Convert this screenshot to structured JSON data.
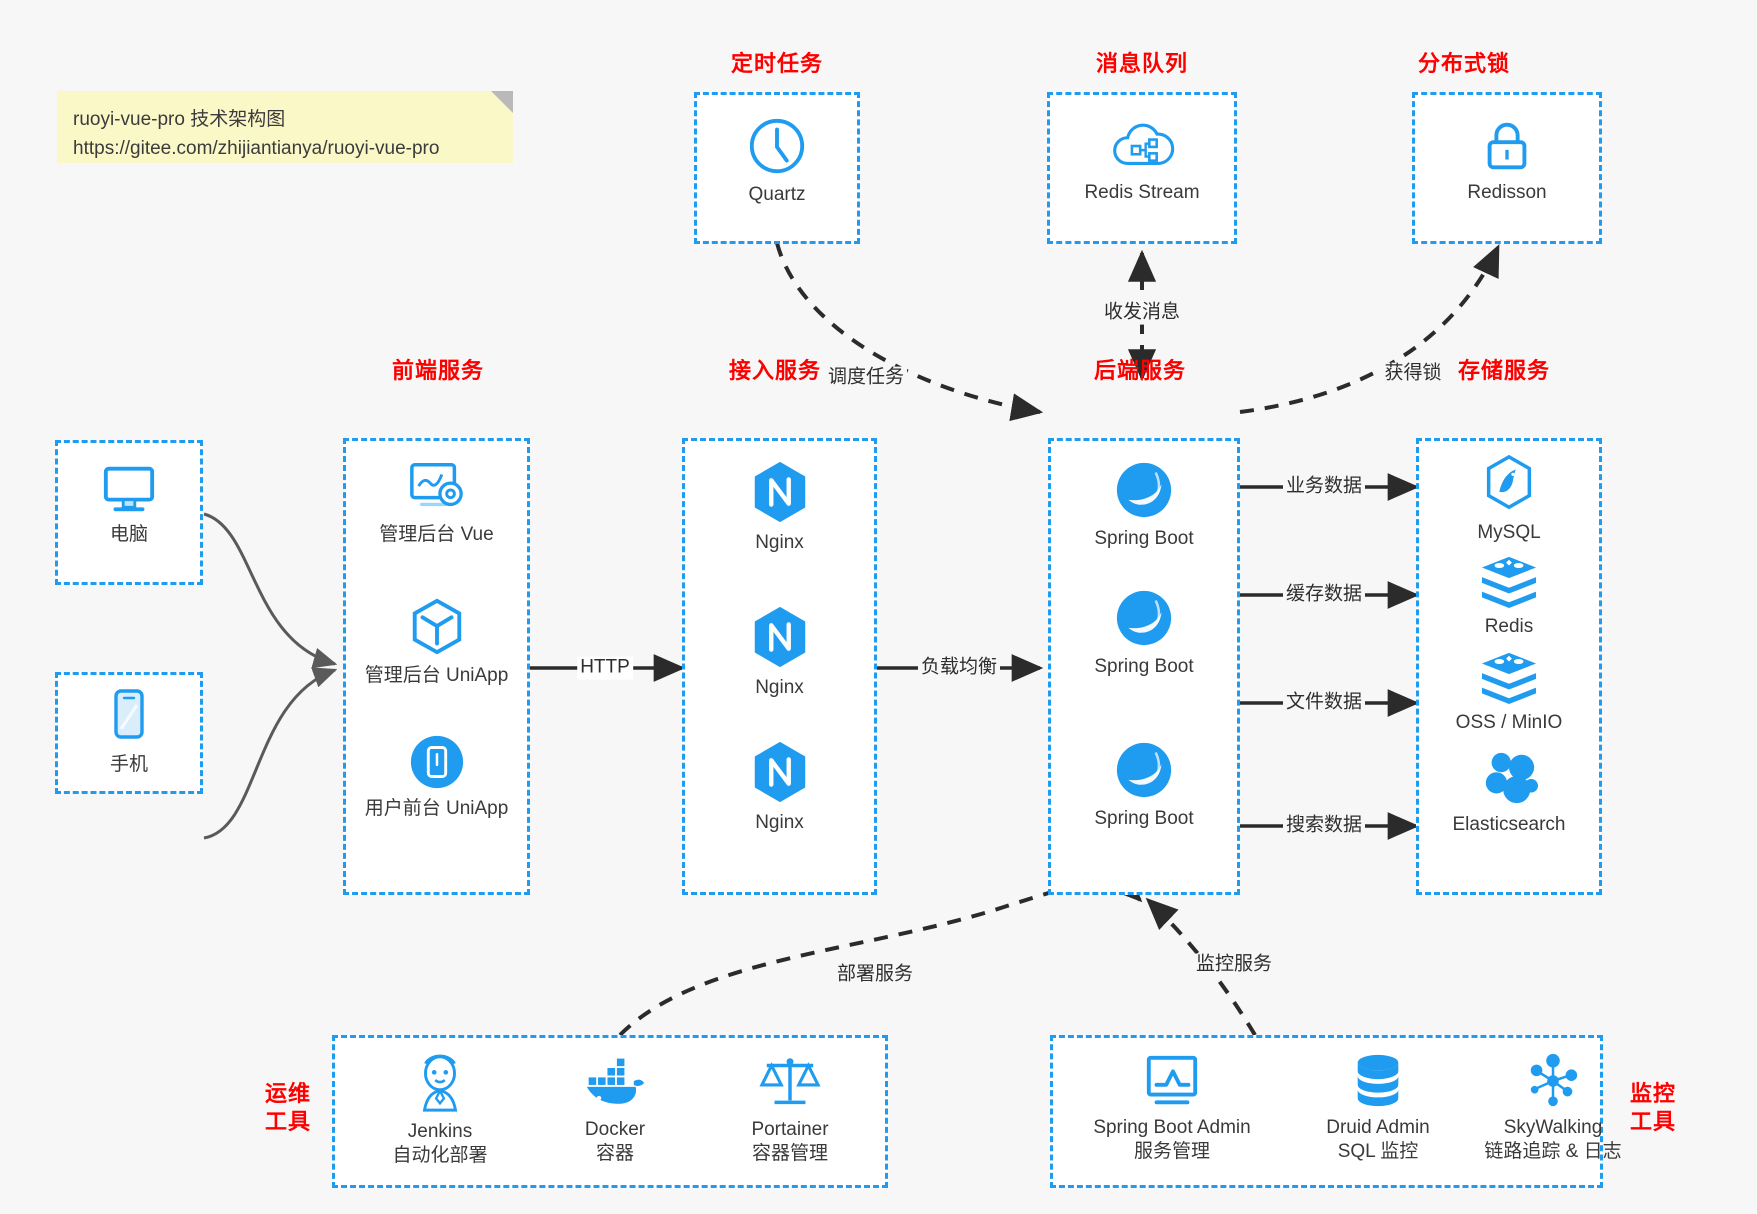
{
  "note": {
    "line1": "ruoyi-vue-pro 技术架构图",
    "line2": "https://gitee.com/zhijiantianya/ruoyi-vue-pro"
  },
  "colors": {
    "accent_blue": "#1f9bef",
    "title_red": "#ff0000",
    "background": "#f7f7f7",
    "note_yellow": "#fbf8c8",
    "edge_dark": "#2b2b2b",
    "edge_gray": "#5a5a5a"
  },
  "groups": {
    "scheduled_task": {
      "title": "定时任务",
      "items": [
        {
          "label": "Quartz",
          "icon": "clock-icon"
        }
      ]
    },
    "message_queue": {
      "title": "消息队列",
      "items": [
        {
          "label": "Redis Stream",
          "icon": "cloud-stream-icon"
        }
      ]
    },
    "distributed_lock": {
      "title": "分布式锁",
      "items": [
        {
          "label": "Redisson",
          "icon": "lock-icon"
        }
      ]
    },
    "clients": {
      "items": [
        {
          "label": "电脑",
          "icon": "desktop-icon"
        },
        {
          "label": "手机",
          "icon": "phone-icon"
        }
      ]
    },
    "frontend": {
      "title": "前端服务",
      "items": [
        {
          "label": "管理后台 Vue",
          "icon": "dashboard-settings-icon"
        },
        {
          "label": "管理后台 UniApp",
          "icon": "cube-icon"
        },
        {
          "label": "用户前台 UniApp",
          "icon": "mobile-app-icon"
        }
      ]
    },
    "gateway": {
      "title": "接入服务",
      "items": [
        {
          "label": "Nginx",
          "icon": "nginx-icon"
        },
        {
          "label": "Nginx",
          "icon": "nginx-icon"
        },
        {
          "label": "Nginx",
          "icon": "nginx-icon"
        }
      ]
    },
    "backend": {
      "title": "后端服务",
      "items": [
        {
          "label": "Spring Boot",
          "icon": "spring-boot-icon"
        },
        {
          "label": "Spring Boot",
          "icon": "spring-boot-icon"
        },
        {
          "label": "Spring Boot",
          "icon": "spring-boot-icon"
        }
      ]
    },
    "storage": {
      "title": "存储服务",
      "items": [
        {
          "label": "MySQL",
          "icon": "mysql-icon"
        },
        {
          "label": "Redis",
          "icon": "redis-icon"
        },
        {
          "label": "OSS / MinIO",
          "icon": "oss-minio-icon"
        },
        {
          "label": "Elasticsearch",
          "icon": "elasticsearch-icon"
        }
      ]
    },
    "devops": {
      "title": "运维\n工具",
      "title_line1": "运维",
      "title_line2": "工具",
      "items": [
        {
          "label": "Jenkins",
          "sub": "自动化部署",
          "icon": "jenkins-icon"
        },
        {
          "label": "Docker",
          "sub": "容器",
          "icon": "docker-icon"
        },
        {
          "label": "Portainer",
          "sub": "容器管理",
          "icon": "scales-icon"
        }
      ]
    },
    "monitoring": {
      "title_line1": "监控",
      "title_line2": "工具",
      "items": [
        {
          "label": "Spring Boot Admin",
          "sub": "服务管理",
          "icon": "monitor-chart-icon"
        },
        {
          "label": "Druid Admin",
          "sub": "SQL 监控",
          "icon": "database-icon"
        },
        {
          "label": "SkyWalking",
          "sub": "链路追踪 & 日志",
          "icon": "skywalking-icon"
        }
      ]
    }
  },
  "edges": [
    {
      "name": "http",
      "label": "HTTP",
      "style": "solid"
    },
    {
      "name": "load-balance",
      "label": "负载均衡",
      "style": "solid"
    },
    {
      "name": "business-data",
      "label": "业务数据",
      "style": "solid"
    },
    {
      "name": "cache-data",
      "label": "缓存数据",
      "style": "solid"
    },
    {
      "name": "file-data",
      "label": "文件数据",
      "style": "solid"
    },
    {
      "name": "search-data",
      "label": "搜索数据",
      "style": "solid"
    },
    {
      "name": "schedule-task",
      "label": "调度任务",
      "style": "dashed"
    },
    {
      "name": "send-recv-msg",
      "label": "收发消息",
      "style": "dashed"
    },
    {
      "name": "acquire-lock",
      "label": "获得锁",
      "style": "dashed"
    },
    {
      "name": "deploy-service",
      "label": "部署服务",
      "style": "dashed"
    },
    {
      "name": "monitor-service",
      "label": "监控服务",
      "style": "dashed"
    }
  ]
}
